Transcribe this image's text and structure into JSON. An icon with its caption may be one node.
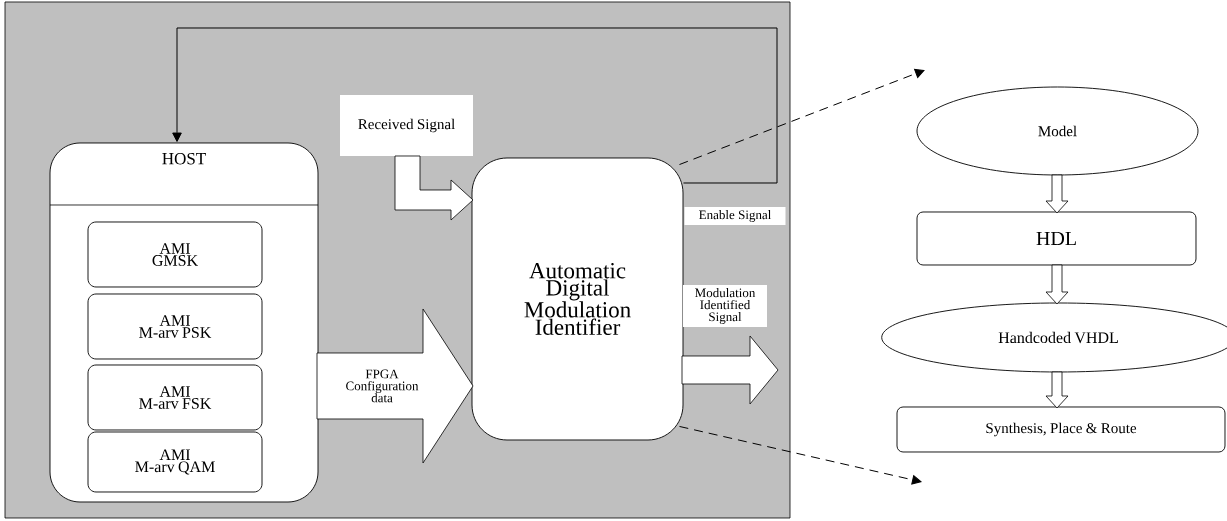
{
  "diagram": {
    "nodes": [
      {
        "text": [],
        "shape": "box"
      },
      {
        "text": [
          "HOST"
        ],
        "in": 0
      },
      {
        "text": [
          "AMI",
          "GMSK"
        ],
        "in": 1
      },
      {
        "text": [
          "AMI",
          "M-arv PSK"
        ],
        "in": 1
      },
      {
        "text": [
          "AMI",
          "M-arv FSK"
        ],
        "in": 1
      },
      {
        "text": [
          "AMI",
          "M-arv QAM"
        ],
        "in": 1
      },
      {
        "text": [
          "Received Signal"
        ],
        "in": 0
      },
      {
        "text": [
          "Automatic Digital Modulation Identifier"
        ],
        "in": 0
      },
      {
        "text": [
          "Model"
        ]
      },
      {
        "text": [
          "HDL"
        ]
      },
      {
        "text": [
          "Handcoded VHDL"
        ]
      },
      {
        "text": [
          "Synthesis, Place & Route"
        ]
      }
    ],
    "edges": [
      {
        "from": 7,
        "to": 1,
        "arrow": "to",
        "label": "Enable Signal"
      },
      {
        "from": 1,
        "to": 7,
        "arrow": "to",
        "label": "FPGA Configuration data"
      },
      {
        "from": 6,
        "to": 7,
        "arrow": "to"
      },
      {
        "from": 7,
        "to": null,
        "arrow": "to",
        "label": "Modulation Identified Signal"
      },
      {
        "from": 7,
        "to": null,
        "arrow": "to",
        "style": "dashed"
      },
      {
        "from": 7,
        "to": null,
        "arrow": "to",
        "style": "dashed"
      },
      {
        "from": 8,
        "to": 9,
        "arrow": "to"
      },
      {
        "from": 9,
        "to": 10,
        "arrow": "to"
      },
      {
        "from": 10,
        "to": 11,
        "arrow": "to"
      }
    ]
  }
}
